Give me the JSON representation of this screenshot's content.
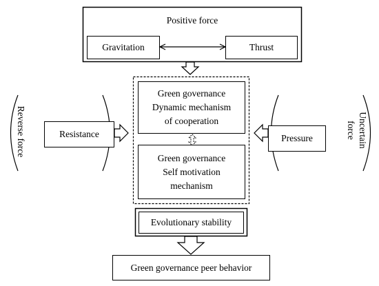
{
  "positive": {
    "title": "Positive force",
    "left": "Gravitation",
    "right": "Thrust"
  },
  "reverse": {
    "label": "Reverse force",
    "box": "Resistance"
  },
  "uncertain": {
    "label_line1": "Uncertain",
    "label_line2": "force",
    "box": "Pressure"
  },
  "center": {
    "top": {
      "line1": "Green governance",
      "line2": "Dynamic mechanism",
      "line3": "of cooperation"
    },
    "bottom": {
      "line1": "Green governance",
      "line2": "Self motivation",
      "line3": "mechanism"
    }
  },
  "stability": "Evolutionary stability",
  "result": "Green governance peer behavior"
}
